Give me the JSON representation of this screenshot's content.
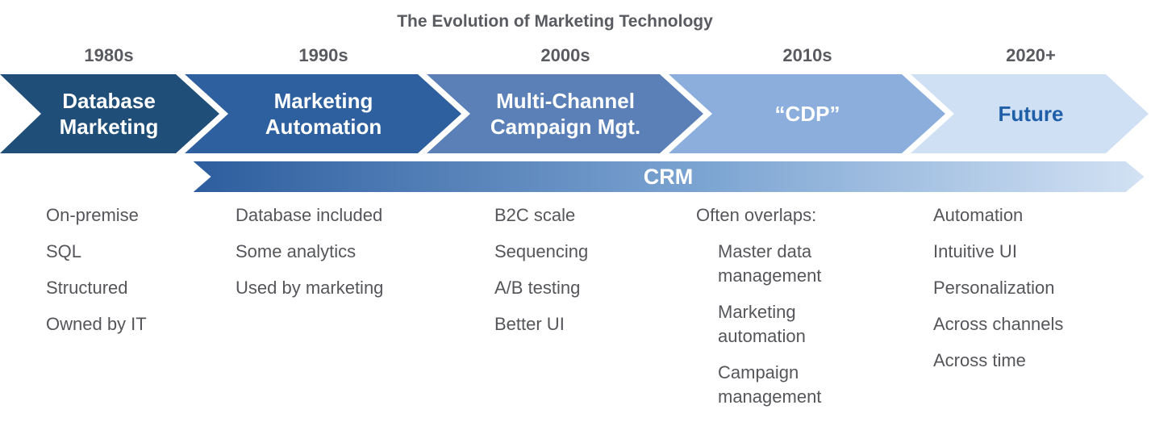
{
  "title": "The Evolution of Marketing Technology",
  "colors": {
    "background": "#ffffff",
    "title_text": "#595b60",
    "decade_text": "#595b60",
    "body_text": "#55565a",
    "future_label_text": "#1f5fa8"
  },
  "timeline": {
    "eras": [
      {
        "decade": "1980s",
        "arrow_label": [
          "Database",
          "Marketing"
        ],
        "arrow_color": "#1f4e79",
        "label_color": "#ffffff",
        "bullets": [
          {
            "lines": [
              "On-premise"
            ],
            "indent": false
          },
          {
            "lines": [
              "SQL"
            ],
            "indent": false
          },
          {
            "lines": [
              "Structured"
            ],
            "indent": false
          },
          {
            "lines": [
              "Owned by IT"
            ],
            "indent": false
          }
        ]
      },
      {
        "decade": "1990s",
        "arrow_label": [
          "Marketing",
          "Automation"
        ],
        "arrow_color": "#2e5f9f",
        "label_color": "#ffffff",
        "bullets": [
          {
            "lines": [
              "Database included"
            ],
            "indent": false
          },
          {
            "lines": [
              "Some analytics"
            ],
            "indent": false
          },
          {
            "lines": [
              "Used by marketing"
            ],
            "indent": false
          }
        ]
      },
      {
        "decade": "2000s",
        "arrow_label": [
          "Multi-Channel",
          "Campaign Mgt."
        ],
        "arrow_color": "#5b80b8",
        "label_color": "#ffffff",
        "bullets": [
          {
            "lines": [
              "B2C scale"
            ],
            "indent": false
          },
          {
            "lines": [
              "Sequencing"
            ],
            "indent": false
          },
          {
            "lines": [
              "A/B testing"
            ],
            "indent": false
          },
          {
            "lines": [
              "Better UI"
            ],
            "indent": false
          }
        ]
      },
      {
        "decade": "2010s",
        "arrow_label": [
          "“CDP”"
        ],
        "arrow_color": "#8caedd",
        "label_color": "#ffffff",
        "bullets": [
          {
            "lines": [
              "Often overlaps:"
            ],
            "indent": false
          },
          {
            "lines": [
              "Master data",
              "management"
            ],
            "indent": true
          },
          {
            "lines": [
              "Marketing",
              "automation"
            ],
            "indent": true
          },
          {
            "lines": [
              "Campaign",
              "management"
            ],
            "indent": true
          }
        ]
      },
      {
        "decade": "2020+",
        "arrow_label": [
          "Future"
        ],
        "arrow_color": "#cfe0f4",
        "label_color": "#1f5fa8",
        "bullets": [
          {
            "lines": [
              "Automation"
            ],
            "indent": false
          },
          {
            "lines": [
              "Intuitive UI"
            ],
            "indent": false
          },
          {
            "lines": [
              "Personalization"
            ],
            "indent": false
          },
          {
            "lines": [
              "Across channels"
            ],
            "indent": false
          },
          {
            "lines": [
              "Across time"
            ],
            "indent": false
          }
        ]
      }
    ]
  },
  "crm_banner": {
    "label": "CRM",
    "gradient_start": "#2d5d9e",
    "gradient_mid": "#7ea6d3",
    "gradient_end": "#d3e2f4",
    "text_color": "#ffffff"
  }
}
